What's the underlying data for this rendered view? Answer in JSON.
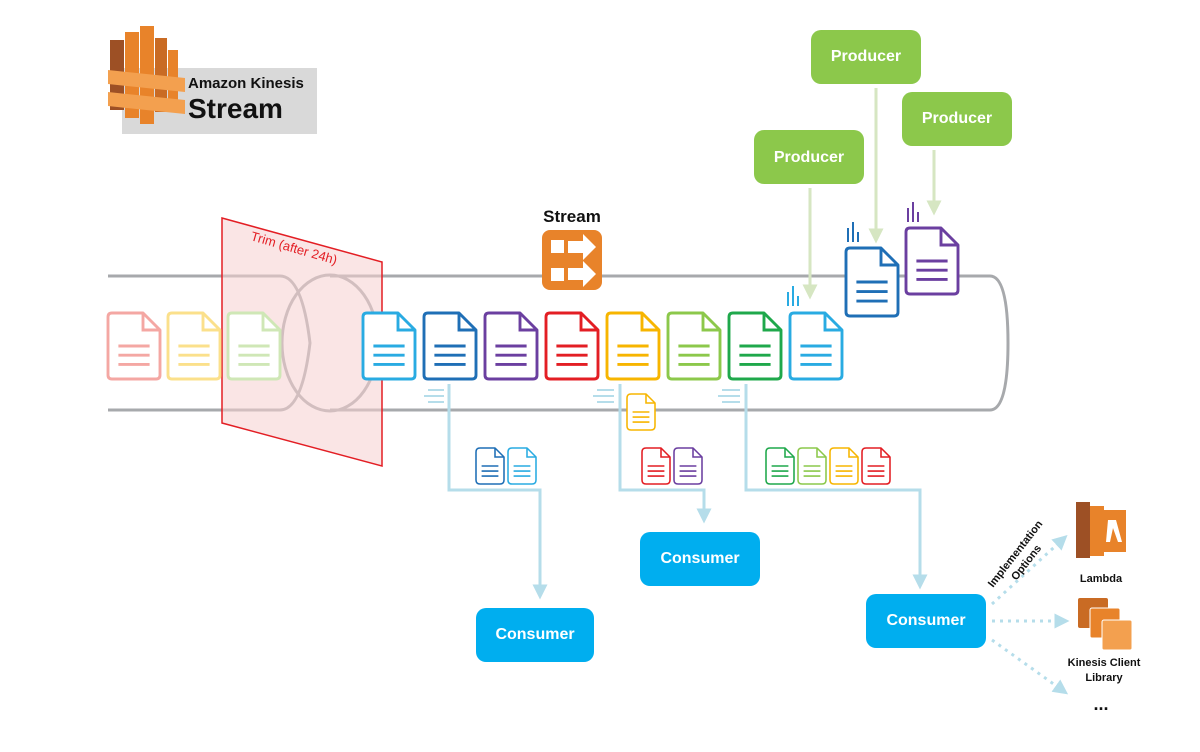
{
  "brand": {
    "line1": "Amazon Kinesis",
    "line2": "Stream"
  },
  "stream_label": "Stream",
  "trim_label": "Trim (after 24h)",
  "producers": [
    {
      "label": "Producer"
    },
    {
      "label": "Producer"
    },
    {
      "label": "Producer"
    }
  ],
  "consumers": [
    {
      "label": "Consumer"
    },
    {
      "label": "Consumer"
    },
    {
      "label": "Consumer"
    }
  ],
  "implementation_label": {
    "line1": "Implementation",
    "line2": "Options"
  },
  "options": [
    {
      "label": "Lambda",
      "icon": "lambda-icon"
    },
    {
      "label_line1": "Kinesis Client",
      "label_line2": "Library",
      "icon": "kcl-icon"
    },
    {
      "label": "..."
    }
  ],
  "colors": {
    "producer": "#8CC84B",
    "consumer": "#00AEEF",
    "aws_orange": "#E8832A",
    "trim": "#E31E24",
    "pipe": "#A7A9AC",
    "arrow_producer": "#D6E6C2",
    "arrow_consumer": "#B5DDEA"
  },
  "records": {
    "trimmed": [
      "#F4A7A3",
      "#FBE08B",
      "#CFE7B6"
    ],
    "in_stream": [
      "#29ABE2",
      "#1F6FB6",
      "#6B3FA0",
      "#E31E24",
      "#F7B500",
      "#8CC84B",
      "#1FA84B",
      "#29ABE2"
    ],
    "incoming": [
      "#1F6FB6",
      "#6B3FA0"
    ],
    "consumer1_batch": [
      "#1F6FB6",
      "#29ABE2"
    ],
    "consumer2_batch": [
      "#E31E24",
      "#6B3FA0"
    ],
    "consumer2_extra": [
      "#F7B500"
    ],
    "consumer3_batch": [
      "#1FA84B",
      "#8CC84B",
      "#F7B500",
      "#E31E24"
    ]
  }
}
